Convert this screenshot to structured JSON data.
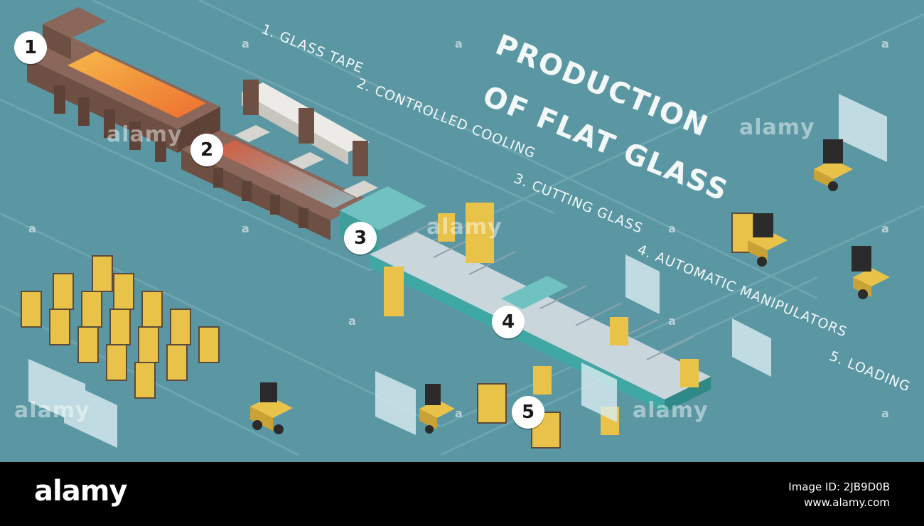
{
  "title": {
    "line1": "PRODUCTION",
    "line2": "OF FLAT GLASS"
  },
  "steps": [
    {
      "number": "1",
      "label": "1. GLASS TAPE"
    },
    {
      "number": "2",
      "label": "2. CONTROLLED COOLING"
    },
    {
      "number": "3",
      "label": "3. CUTTING GLASS"
    },
    {
      "number": "4",
      "label": "4. AUTOMATIC MANIPULATORS"
    },
    {
      "number": "5",
      "label": "5. LOADING"
    }
  ],
  "watermark": {
    "brand": "alamy",
    "small_mark": "a"
  },
  "footer": {
    "logo": "alamy",
    "image_id": "Image ID: 2JB9D0B",
    "site": "www.alamy.com"
  },
  "colors": {
    "background": "#5b97a3",
    "grid": "#6ea7b2",
    "furnace": "#7a5a4c",
    "molten": "#f29a3a",
    "conveyor": "#4ab3b0",
    "rollers": "#c9d6dc",
    "crane": "#e8e6e2",
    "yellow": "#e9c24a",
    "forklift_dark": "#2b2b2b",
    "glass": "#d9edf1"
  }
}
